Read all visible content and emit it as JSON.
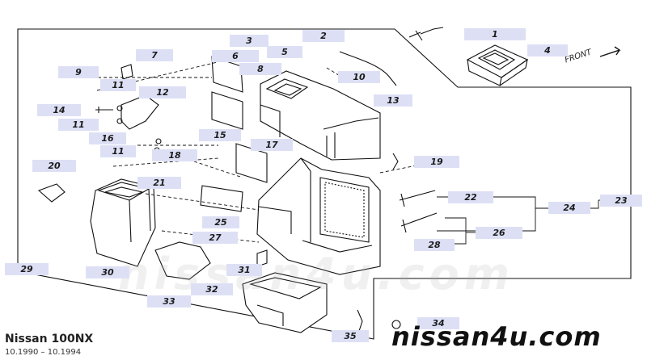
{
  "diagram": {
    "model": "Nissan 100NX",
    "period": "10.1990 – 10.1994",
    "site": "nissan4u.com",
    "watermark": "nissan4u.com",
    "front_label": "FRONT",
    "label_color": "#dde0f5",
    "callouts": [
      {
        "id": "1",
        "name": "callout-1"
      },
      {
        "id": "2",
        "name": "callout-2"
      },
      {
        "id": "3",
        "name": "callout-3"
      },
      {
        "id": "4",
        "name": "callout-4"
      },
      {
        "id": "5",
        "name": "callout-5"
      },
      {
        "id": "6",
        "name": "callout-6"
      },
      {
        "id": "7",
        "name": "callout-7"
      },
      {
        "id": "8",
        "name": "callout-8"
      },
      {
        "id": "9",
        "name": "callout-9"
      },
      {
        "id": "10",
        "name": "callout-10"
      },
      {
        "id": "11",
        "name": "callout-11-a"
      },
      {
        "id": "12",
        "name": "callout-12"
      },
      {
        "id": "13",
        "name": "callout-13"
      },
      {
        "id": "14",
        "name": "callout-14"
      },
      {
        "id": "11",
        "name": "callout-11-b"
      },
      {
        "id": "15",
        "name": "callout-15"
      },
      {
        "id": "16",
        "name": "callout-16"
      },
      {
        "id": "17",
        "name": "callout-17"
      },
      {
        "id": "11",
        "name": "callout-11-c"
      },
      {
        "id": "18",
        "name": "callout-18"
      },
      {
        "id": "19",
        "name": "callout-19"
      },
      {
        "id": "20",
        "name": "callout-20"
      },
      {
        "id": "21",
        "name": "callout-21"
      },
      {
        "id": "22",
        "name": "callout-22"
      },
      {
        "id": "23",
        "name": "callout-23"
      },
      {
        "id": "24",
        "name": "callout-24"
      },
      {
        "id": "25",
        "name": "callout-25"
      },
      {
        "id": "26",
        "name": "callout-26"
      },
      {
        "id": "27",
        "name": "callout-27"
      },
      {
        "id": "28",
        "name": "callout-28"
      },
      {
        "id": "29",
        "name": "callout-29"
      },
      {
        "id": "30",
        "name": "callout-30"
      },
      {
        "id": "31",
        "name": "callout-31"
      },
      {
        "id": "32",
        "name": "callout-32"
      },
      {
        "id": "33",
        "name": "callout-33"
      },
      {
        "id": "34",
        "name": "callout-34"
      },
      {
        "id": "35",
        "name": "callout-35"
      }
    ]
  }
}
